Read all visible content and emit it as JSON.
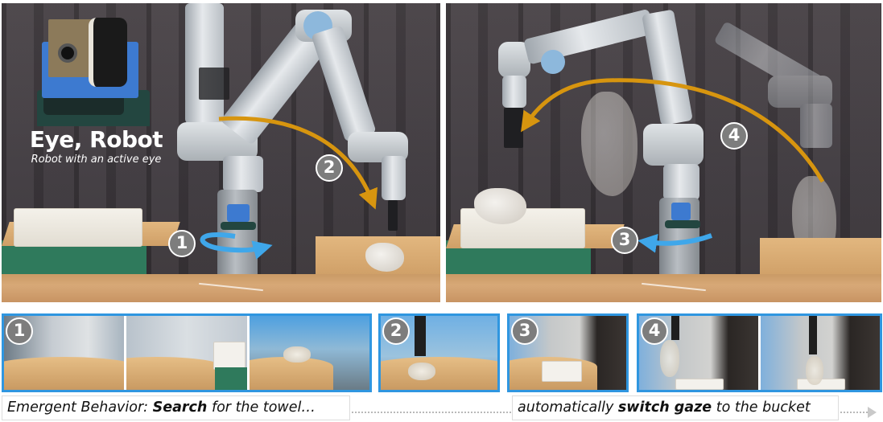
{
  "figure": {
    "title": "Eye, Robot",
    "subtitle": "Robot with an active eye",
    "colors": {
      "frame_border": "#2f96e0",
      "gaze_arrow": "#3fa7ea",
      "arm_arrow": "#d7950f",
      "badge_fill": "#7d7d7d",
      "badge_border": "#ffffff"
    }
  },
  "top_panels": [
    {
      "id": "left",
      "steps": [
        {
          "number": "1",
          "arrow": "gaze",
          "color": "#3fa7ea"
        },
        {
          "number": "2",
          "arrow": "arm",
          "color": "#d7950f"
        }
      ]
    },
    {
      "id": "right",
      "steps": [
        {
          "number": "3",
          "arrow": "gaze",
          "color": "#3fa7ea"
        },
        {
          "number": "4",
          "arrow": "arm",
          "color": "#d7950f"
        }
      ]
    }
  ],
  "frame_strips": [
    {
      "step": "1",
      "thumbnails": 3
    },
    {
      "step": "2",
      "thumbnails": 1
    },
    {
      "step": "3",
      "thumbnails": 1
    },
    {
      "step": "4",
      "thumbnails": 2
    }
  ],
  "captions": {
    "left": {
      "prefix": "Emergent Behavior: ",
      "emphasis": "Search",
      "suffix": " for the towel…"
    },
    "right": {
      "prefix": "automatically ",
      "emphasis": "switch gaze",
      "suffix": " to the bucket"
    }
  }
}
